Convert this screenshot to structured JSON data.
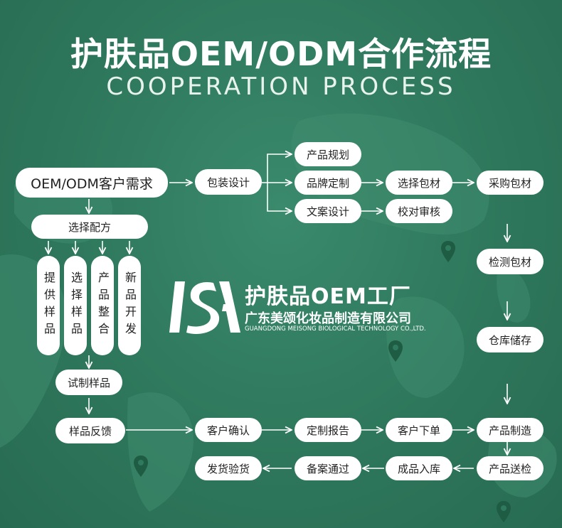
{
  "header": {
    "title": "护肤品OEM/ODM合作流程",
    "subtitle": "COOPERATION PROCESS"
  },
  "colors": {
    "background": "#2f7a5f",
    "node_fill": "#ffffff",
    "arrow": "#ffffff"
  },
  "logo": {
    "mark": "ISA",
    "name": "护肤品OEM工厂",
    "company": "广东美颂化妆品制造有限公司",
    "company_en": "GUANGDONG MEISONG BIOLOGICAL TECHNOLOGY CO.,LTD."
  },
  "nodes": {
    "customer_demand": "OEM/ODM客户需求",
    "packaging_design": "包装设计",
    "product_planning": "产品规划",
    "brand_customization": "品牌定制",
    "copy_design": "文案设计",
    "select_packaging": "选择包材",
    "purchase_packaging": "采购包材",
    "proofread_review": "校对审核",
    "select_formula": "选择配方",
    "formula_options": [
      "提供样品",
      "选择样品",
      "产品整合",
      "新品开发"
    ],
    "trial_sample": "试制样品",
    "inspect_packaging": "检测包材",
    "warehouse_storage": "仓库储存",
    "sample_feedback": "样品反馈",
    "customer_confirm": "客户确认",
    "custom_report": "定制报告",
    "customer_order": "客户下单",
    "product_manufacture": "产品制造",
    "product_inspection": "产品送检",
    "finished_storage": "成品入库",
    "filing_approved": "备案通过",
    "ship_inspect": "发货验货"
  }
}
